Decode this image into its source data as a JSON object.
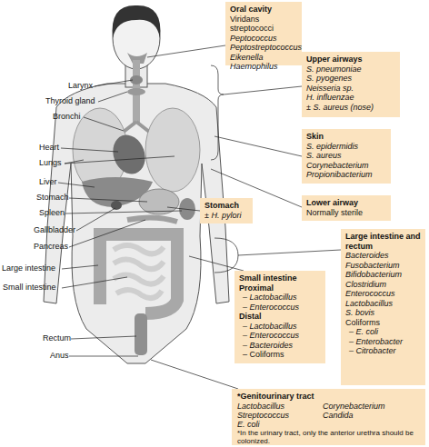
{
  "diagram": {
    "nodes": [
      {
        "text": [
          "Oral cavity",
          "Viridans streptococci",
          "Peptococcus",
          "Peptostreptococcus",
          "Eikenella",
          "Haemophilus"
        ]
      },
      {
        "text": [
          "Upper airways",
          "S. pneumoniae",
          "S. pyogenes",
          "Neisseria sp.",
          "H. influenzae",
          "± S. aureus (nose)"
        ]
      },
      {
        "text": [
          "Skin",
          "S. epidermidis",
          "S. aureus",
          "Corynebacterium",
          "Propionibacterium"
        ]
      },
      {
        "text": [
          "Lower airway",
          "Normally sterile"
        ]
      },
      {
        "text": [
          "Stomach",
          "± H. pylori"
        ]
      },
      {
        "text": [
          "Large intestine and rectum",
          "Bacteroides",
          "Fusobacterium",
          "Bifidobacterium",
          "Clostridium",
          "Enterococcus",
          "Lactobacillus",
          "S. bovis",
          "Coliforms",
          "– E. coli",
          "– Enterobacter",
          "– Citrobacter"
        ]
      },
      {
        "text": [
          "Small intestine",
          "Proximal",
          "– Lactobacillus",
          "– Enterococcus",
          "Distal",
          "– Lactobacillus",
          "– Enterococcus",
          "– Bacteroides",
          "– Coliforms"
        ]
      },
      {
        "text": [
          "*Genitourinary tract",
          "Lactobacillus",
          "Streptococcus",
          "E. coli",
          "Corynebacterium",
          "Candida",
          "*In the urinary tract, only the anterior urethra should be colonized."
        ]
      }
    ],
    "labels": [
      "Larynx",
      "Thyroid gland",
      "Bronchi",
      "Heart",
      "Lungs",
      "Liver",
      "Stomach",
      "Spleen",
      "Gallbladder",
      "Pancreas",
      "Large intestine",
      "Small intestine",
      "Rectum",
      "Anus"
    ]
  }
}
